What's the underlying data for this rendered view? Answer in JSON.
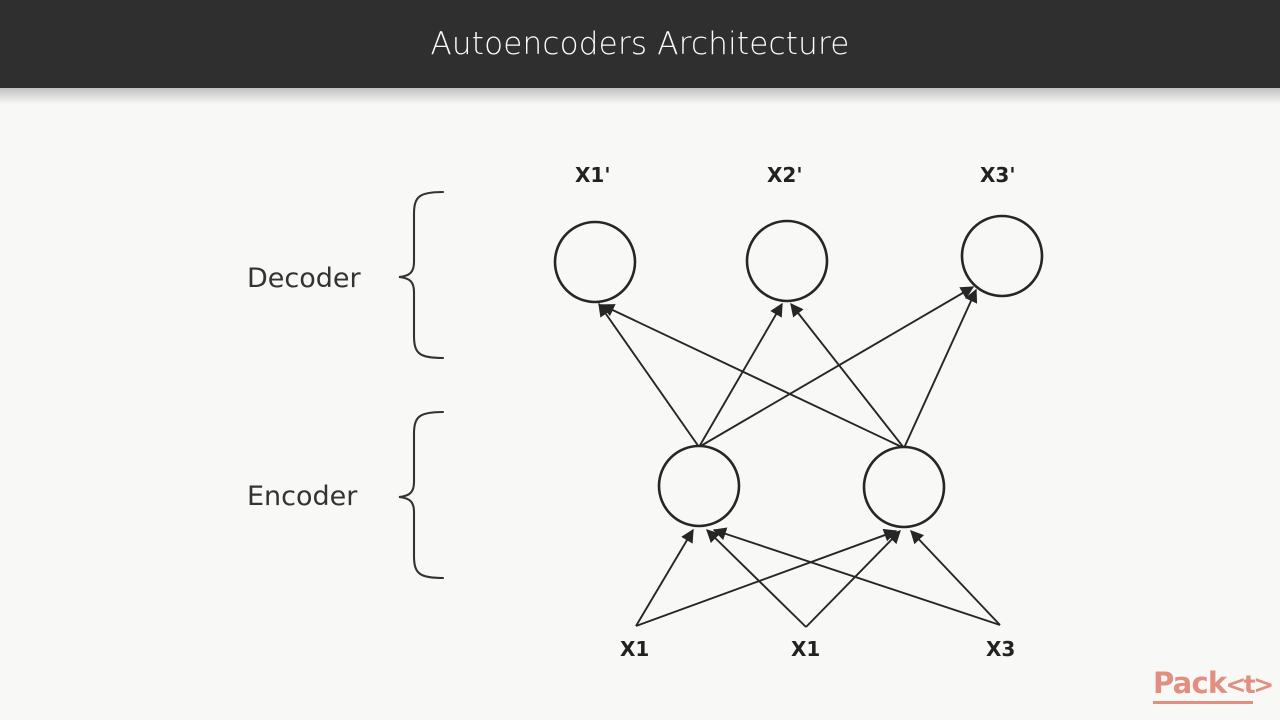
{
  "header": {
    "title": "Autoencoders Architecture",
    "background_color": "#2f2f2f",
    "text_color": "#fdfdfd"
  },
  "slide": {
    "background_color": "#f8f8f7",
    "stroke_color": "#262626"
  },
  "diagram": {
    "name": "autoencoder-network-diagram",
    "sections": [
      {
        "id": "decoder",
        "label": "Decoder"
      },
      {
        "id": "encoder",
        "label": "Encoder"
      }
    ],
    "output_labels": [
      {
        "id": "x1-prime",
        "label": "X1'"
      },
      {
        "id": "x2-prime",
        "label": "X2'"
      },
      {
        "id": "x3-prime",
        "label": "X3'"
      }
    ],
    "input_labels": [
      {
        "id": "x1",
        "label": "X1"
      },
      {
        "id": "x1-b",
        "label": "X1"
      },
      {
        "id": "x3",
        "label": "X3"
      }
    ],
    "layers": {
      "output_nodes": 3,
      "hidden_nodes": 2,
      "input_nodes": 3
    }
  },
  "logo": {
    "name": "packt-logo",
    "word": "Pack",
    "bracket": "<t>",
    "color": "#e08f80"
  }
}
